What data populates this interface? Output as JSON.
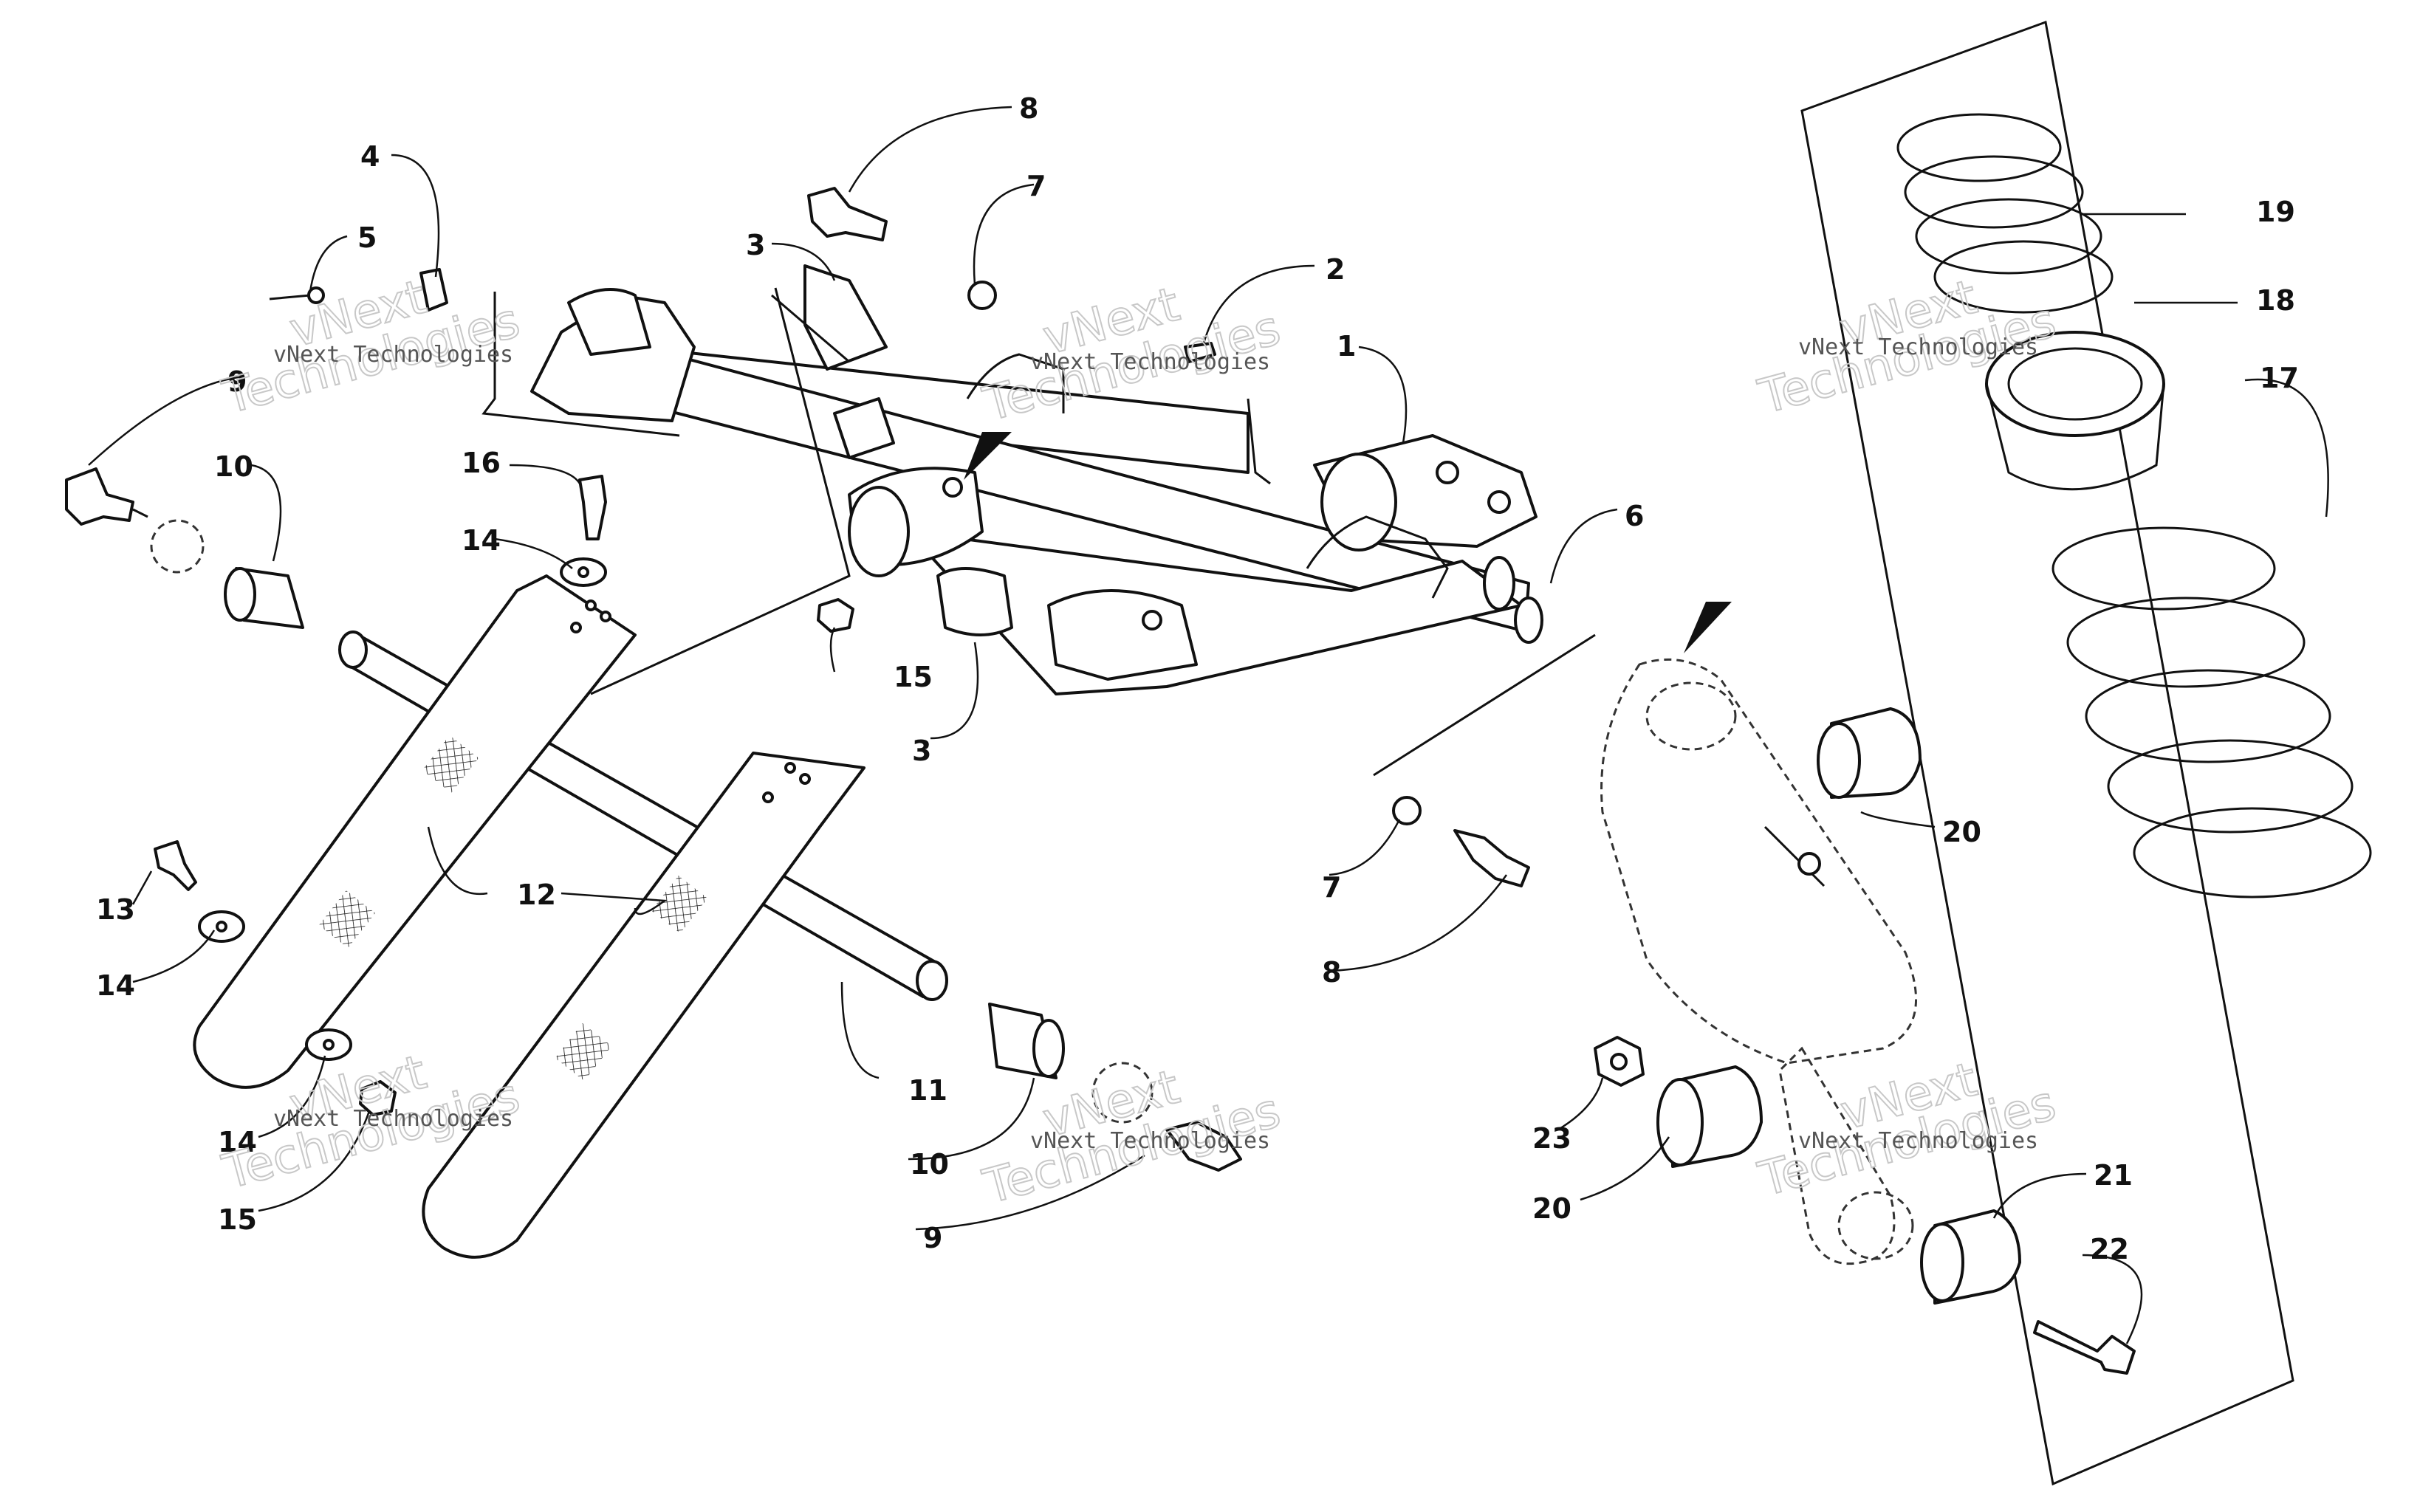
{
  "watermark": {
    "company": "vNext Technologies",
    "word1": "vNext",
    "word2": "Technologies"
  },
  "callouts": {
    "c1": "1",
    "c2": "2",
    "c3a": "3",
    "c3b": "3",
    "c4": "4",
    "c5": "5",
    "c6": "6",
    "c7a": "7",
    "c7b": "7",
    "c8a": "8",
    "c8b": "8",
    "c9a": "9",
    "c9b": "9",
    "c10a": "10",
    "c10b": "10",
    "c11": "11",
    "c12": "12",
    "c13": "13",
    "c14a": "14",
    "c14b": "14",
    "c14c": "14",
    "c15a": "15",
    "c15b": "15",
    "c16": "16",
    "c17": "17",
    "c18": "18",
    "c19": "19",
    "c20a": "20",
    "c20b": "20",
    "c21": "21",
    "c22": "22",
    "c23": "23"
  }
}
